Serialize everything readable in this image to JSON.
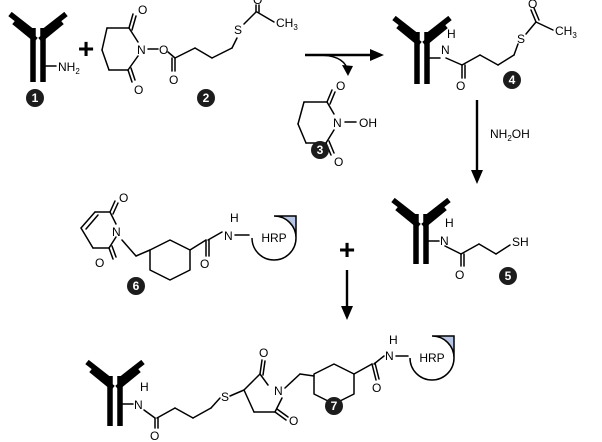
{
  "compounds": {
    "c1": {
      "number": "1",
      "amine": "NH",
      "amine_sub": "2"
    },
    "c2": {
      "number": "2",
      "o_top": "O",
      "o_bot": "O",
      "n": "N",
      "o_link": "O",
      "o_ester": "O",
      "s": "S",
      "o_acetyl": "O",
      "ch3": "CH",
      "ch3_sub": "3"
    },
    "c3": {
      "number": "3",
      "o_top": "O",
      "o_bot": "O",
      "n": "N",
      "oh": "OH"
    },
    "c4": {
      "number": "4",
      "h": "H",
      "n": "N",
      "o_amide": "O",
      "s": "S",
      "o_acetyl": "O",
      "ch3": "CH",
      "ch3_sub": "3"
    },
    "c5": {
      "number": "5",
      "h": "H",
      "n": "N",
      "o_amide": "O",
      "sh": "SH"
    },
    "c6": {
      "number": "6",
      "o_top": "O",
      "o_bot": "O",
      "n": "N",
      "h": "H",
      "n_amide": "N",
      "o_amide": "O",
      "enzyme": "HRP"
    },
    "c7": {
      "number": "7",
      "h": "H",
      "n": "N",
      "o_amide": "O",
      "s": "S",
      "o_top": "O",
      "o_bot": "O",
      "n_ring": "N",
      "h2": "H",
      "n_amide2": "N",
      "o_amide2": "O",
      "enzyme": "HRP"
    }
  },
  "reagents": {
    "hydroxylamine": "NH",
    "hydroxylamine_sub": "2",
    "hydroxylamine_tail": "OH"
  },
  "symbols": {
    "plus1": "+",
    "plus2": "+"
  },
  "colors": {
    "enzyme_fill": "#b6c5e3",
    "number_badge": "#1c1c1c"
  }
}
